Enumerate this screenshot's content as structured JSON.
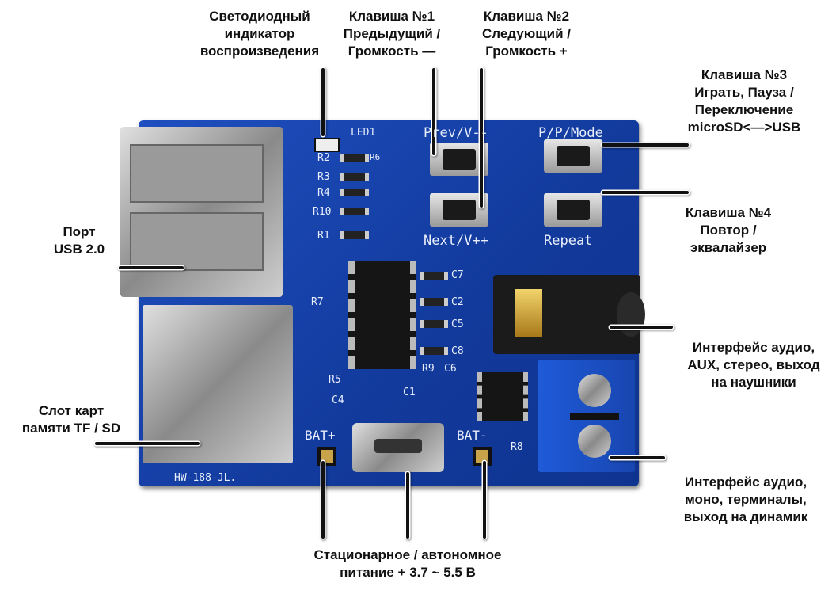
{
  "labels": {
    "led": [
      "Светодиодный",
      "индикатор",
      "воспроизведения"
    ],
    "key1": [
      "Клавиша №1",
      "Предыдущий /",
      "Громкость —"
    ],
    "key2": [
      "Клавиша №2",
      "Следующий /",
      "Громкость +"
    ],
    "key3": [
      "Клавиша №3",
      "Играть, Пауза /",
      "Переключение",
      "microSD<—>USB"
    ],
    "key4": [
      "Клавиша №4",
      "Повтор /",
      "эквалайзер"
    ],
    "usb": [
      "Порт",
      "USB 2.0"
    ],
    "sd": [
      "Слот карт",
      "памяти TF / SD"
    ],
    "aux": [
      "Интерфейс аудио,",
      "AUX, стерео, выход",
      "на наушники"
    ],
    "speaker": [
      "Интерфейс аудио,",
      "моно, терминалы,",
      "выход на динамик"
    ],
    "power": [
      "Стационарное / автономное",
      "питание + 3.7 ~ 5.5 В"
    ]
  },
  "silkscreen": {
    "led1": "LED1",
    "prev": "Prev/V--",
    "pp_mode": "P/P/Mode",
    "next": "Next/V++",
    "repeat": "Repeat",
    "bat_plus": "BAT+",
    "bat_minus": "BAT-",
    "model": "HW-188-JL.",
    "r2": "R2",
    "r3": "R3",
    "r4": "R4",
    "r10": "R10",
    "r1": "R1",
    "r6": "R6",
    "r7": "R7",
    "r5": "R5",
    "r8": "R8",
    "r9": "R9",
    "c7": "C7",
    "c2": "C2",
    "c5": "C5",
    "c8": "C8",
    "c6": "C6",
    "c1": "C1",
    "c4": "C4"
  }
}
